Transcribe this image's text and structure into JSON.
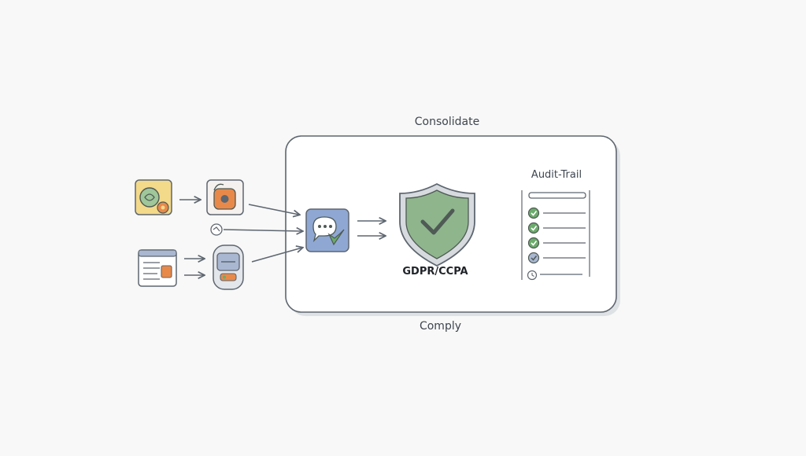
{
  "labels": {
    "consolidate": "Consolidate",
    "comply": "Comply",
    "audit_trail": "Audit-Trail",
    "compliance": "GDPR/CCPA"
  },
  "icons": {
    "sources": [
      "payment-data-icon",
      "camera-device-icon",
      "browser-form-icon",
      "wearable-device-icon"
    ],
    "hub": "chat-consolidation-icon",
    "shield": "shield-check-icon",
    "audit_items": [
      "check-icon",
      "check-icon",
      "check-icon",
      "check-icon",
      "clock-icon"
    ]
  },
  "colors": {
    "stroke": "#5e6670",
    "shield_fill": "#8fb58d",
    "hub_fill": "#8fa8d3",
    "check_green": "#6bab6b",
    "source_yellow": "#f3d98a",
    "accent_orange": "#e8894a"
  }
}
